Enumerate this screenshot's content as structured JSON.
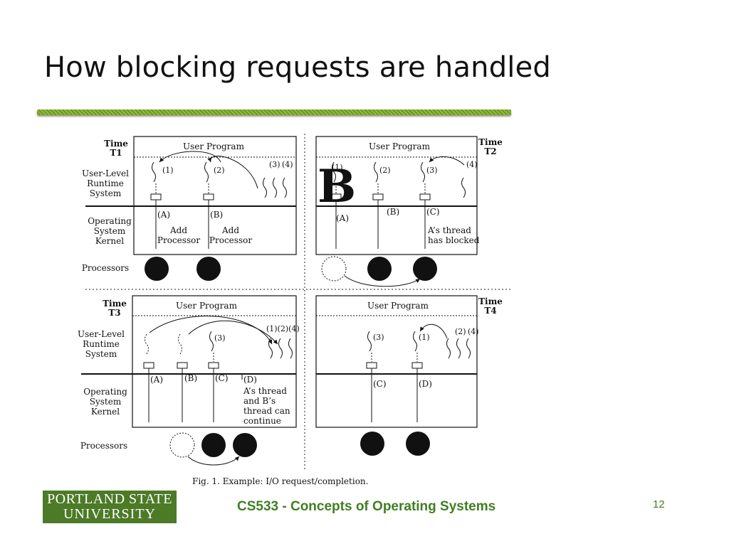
{
  "slide": {
    "title": "How blocking requests are handled",
    "footer_course": "CS533 - Concepts of Operating Systems",
    "page_number": "12",
    "logo": {
      "line1": "PORTLAND STATE",
      "line2": "UNIVERSITY"
    },
    "accent_color": "#3f7f22",
    "rule_color": "#8dbb3a"
  },
  "figure": {
    "caption": "Fig. 1.    Example: I/O request/completion.",
    "overlay_letter": "B",
    "row_labels": {
      "user_level": [
        "User-Level",
        "Runtime",
        "System"
      ],
      "os_kernel": [
        "Operating",
        "System",
        "Kernel"
      ],
      "processors": "Processors"
    },
    "panels": {
      "t1": {
        "time": [
          "Time",
          "T1"
        ],
        "user_program": "User Program",
        "thread_labels": [
          "(1)",
          "(2)",
          "(3)",
          "(4)"
        ],
        "kernel_labels": [
          "(A)",
          "(B)"
        ],
        "kernel_notes": [
          [
            "Add",
            "Processor"
          ],
          [
            "Add",
            "Processor"
          ]
        ]
      },
      "t2": {
        "time": [
          "Time",
          "T2"
        ],
        "user_program": "User Program",
        "thread_labels": [
          "(1)",
          "(2)",
          "(3)",
          "(4)"
        ],
        "kernel_labels": [
          "(A)",
          "(B)",
          "(C)"
        ],
        "kernel_note": [
          "A’s thread",
          "has blocked"
        ]
      },
      "t3": {
        "time": [
          "Time",
          "T3"
        ],
        "user_program": "User Program",
        "thread_labels": [
          "(3)",
          "(1)(2)(4)"
        ],
        "kernel_labels": [
          "(A)",
          "(B)",
          "(C)",
          "(D)"
        ],
        "kernel_note": [
          "A’s thread",
          "and B’s",
          "thread can",
          "continue"
        ]
      },
      "t4": {
        "time": [
          "Time",
          "T4"
        ],
        "user_program": "User Program",
        "thread_labels": [
          "(3)",
          "(1)",
          "(2)",
          "(4)"
        ],
        "kernel_labels": [
          "(C)",
          "(D)"
        ]
      }
    }
  }
}
